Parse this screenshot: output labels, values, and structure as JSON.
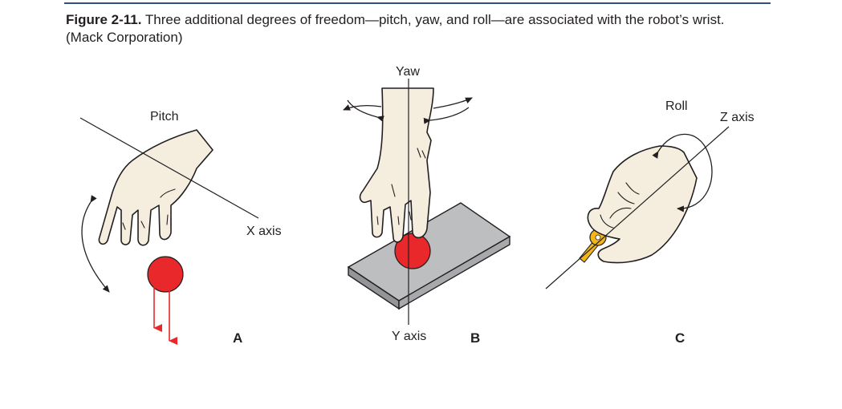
{
  "caption": {
    "label": "Figure 2-11.",
    "text": " Three additional degrees of freedom—pitch, yaw, and roll—are associated with the robot’s wrist. (Mack Corporation)"
  },
  "panels": {
    "a": {
      "letter": "A",
      "motion": "Pitch",
      "axis": "X axis"
    },
    "b": {
      "letter": "B",
      "motion": "Yaw",
      "axis": "Y axis"
    },
    "c": {
      "letter": "C",
      "motion": "Roll",
      "axis": "Z axis"
    }
  },
  "colors": {
    "ball": "#e8282b",
    "arrow_red": "#e8282b",
    "plate_top": "#bcbec0",
    "plate_side": "#939598",
    "skin": "#f5eedf",
    "rule": "#2f4f7f"
  }
}
